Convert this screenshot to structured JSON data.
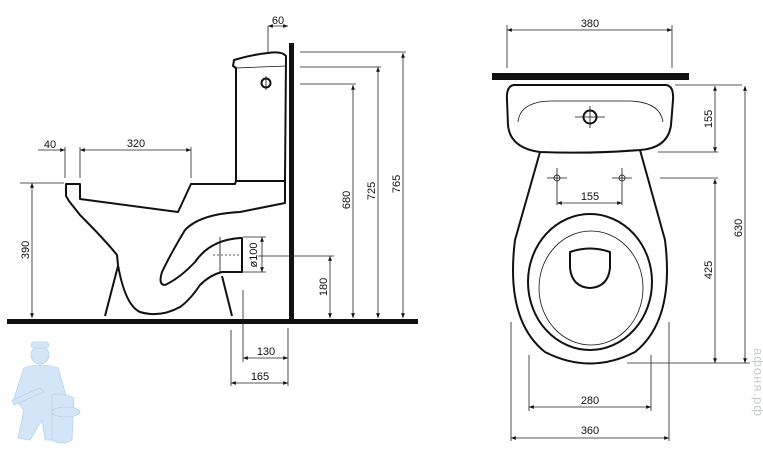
{
  "title": "Toilet dimension drawing",
  "side_view": {
    "dims": {
      "cistern_offset": "60",
      "rim_offset": "40",
      "seat_length": "320",
      "seat_height": "390",
      "outlet_diameter": "ø100",
      "outlet_height": "180",
      "height_680": "680",
      "height_725": "725",
      "height_765": "765",
      "outlet_to_wall": "130",
      "outlet_edge_to_wall": "165"
    }
  },
  "front_view": {
    "dims": {
      "tank_width": "380",
      "tank_depth": "155",
      "bolt_spacing": "155",
      "total_depth": "630",
      "bowl_depth": "425",
      "seat_width": "280",
      "bowl_width": "360"
    }
  },
  "watermark": "афоня.рф",
  "colors": {
    "line": "#111111",
    "mascot": "#cfe3f5"
  }
}
